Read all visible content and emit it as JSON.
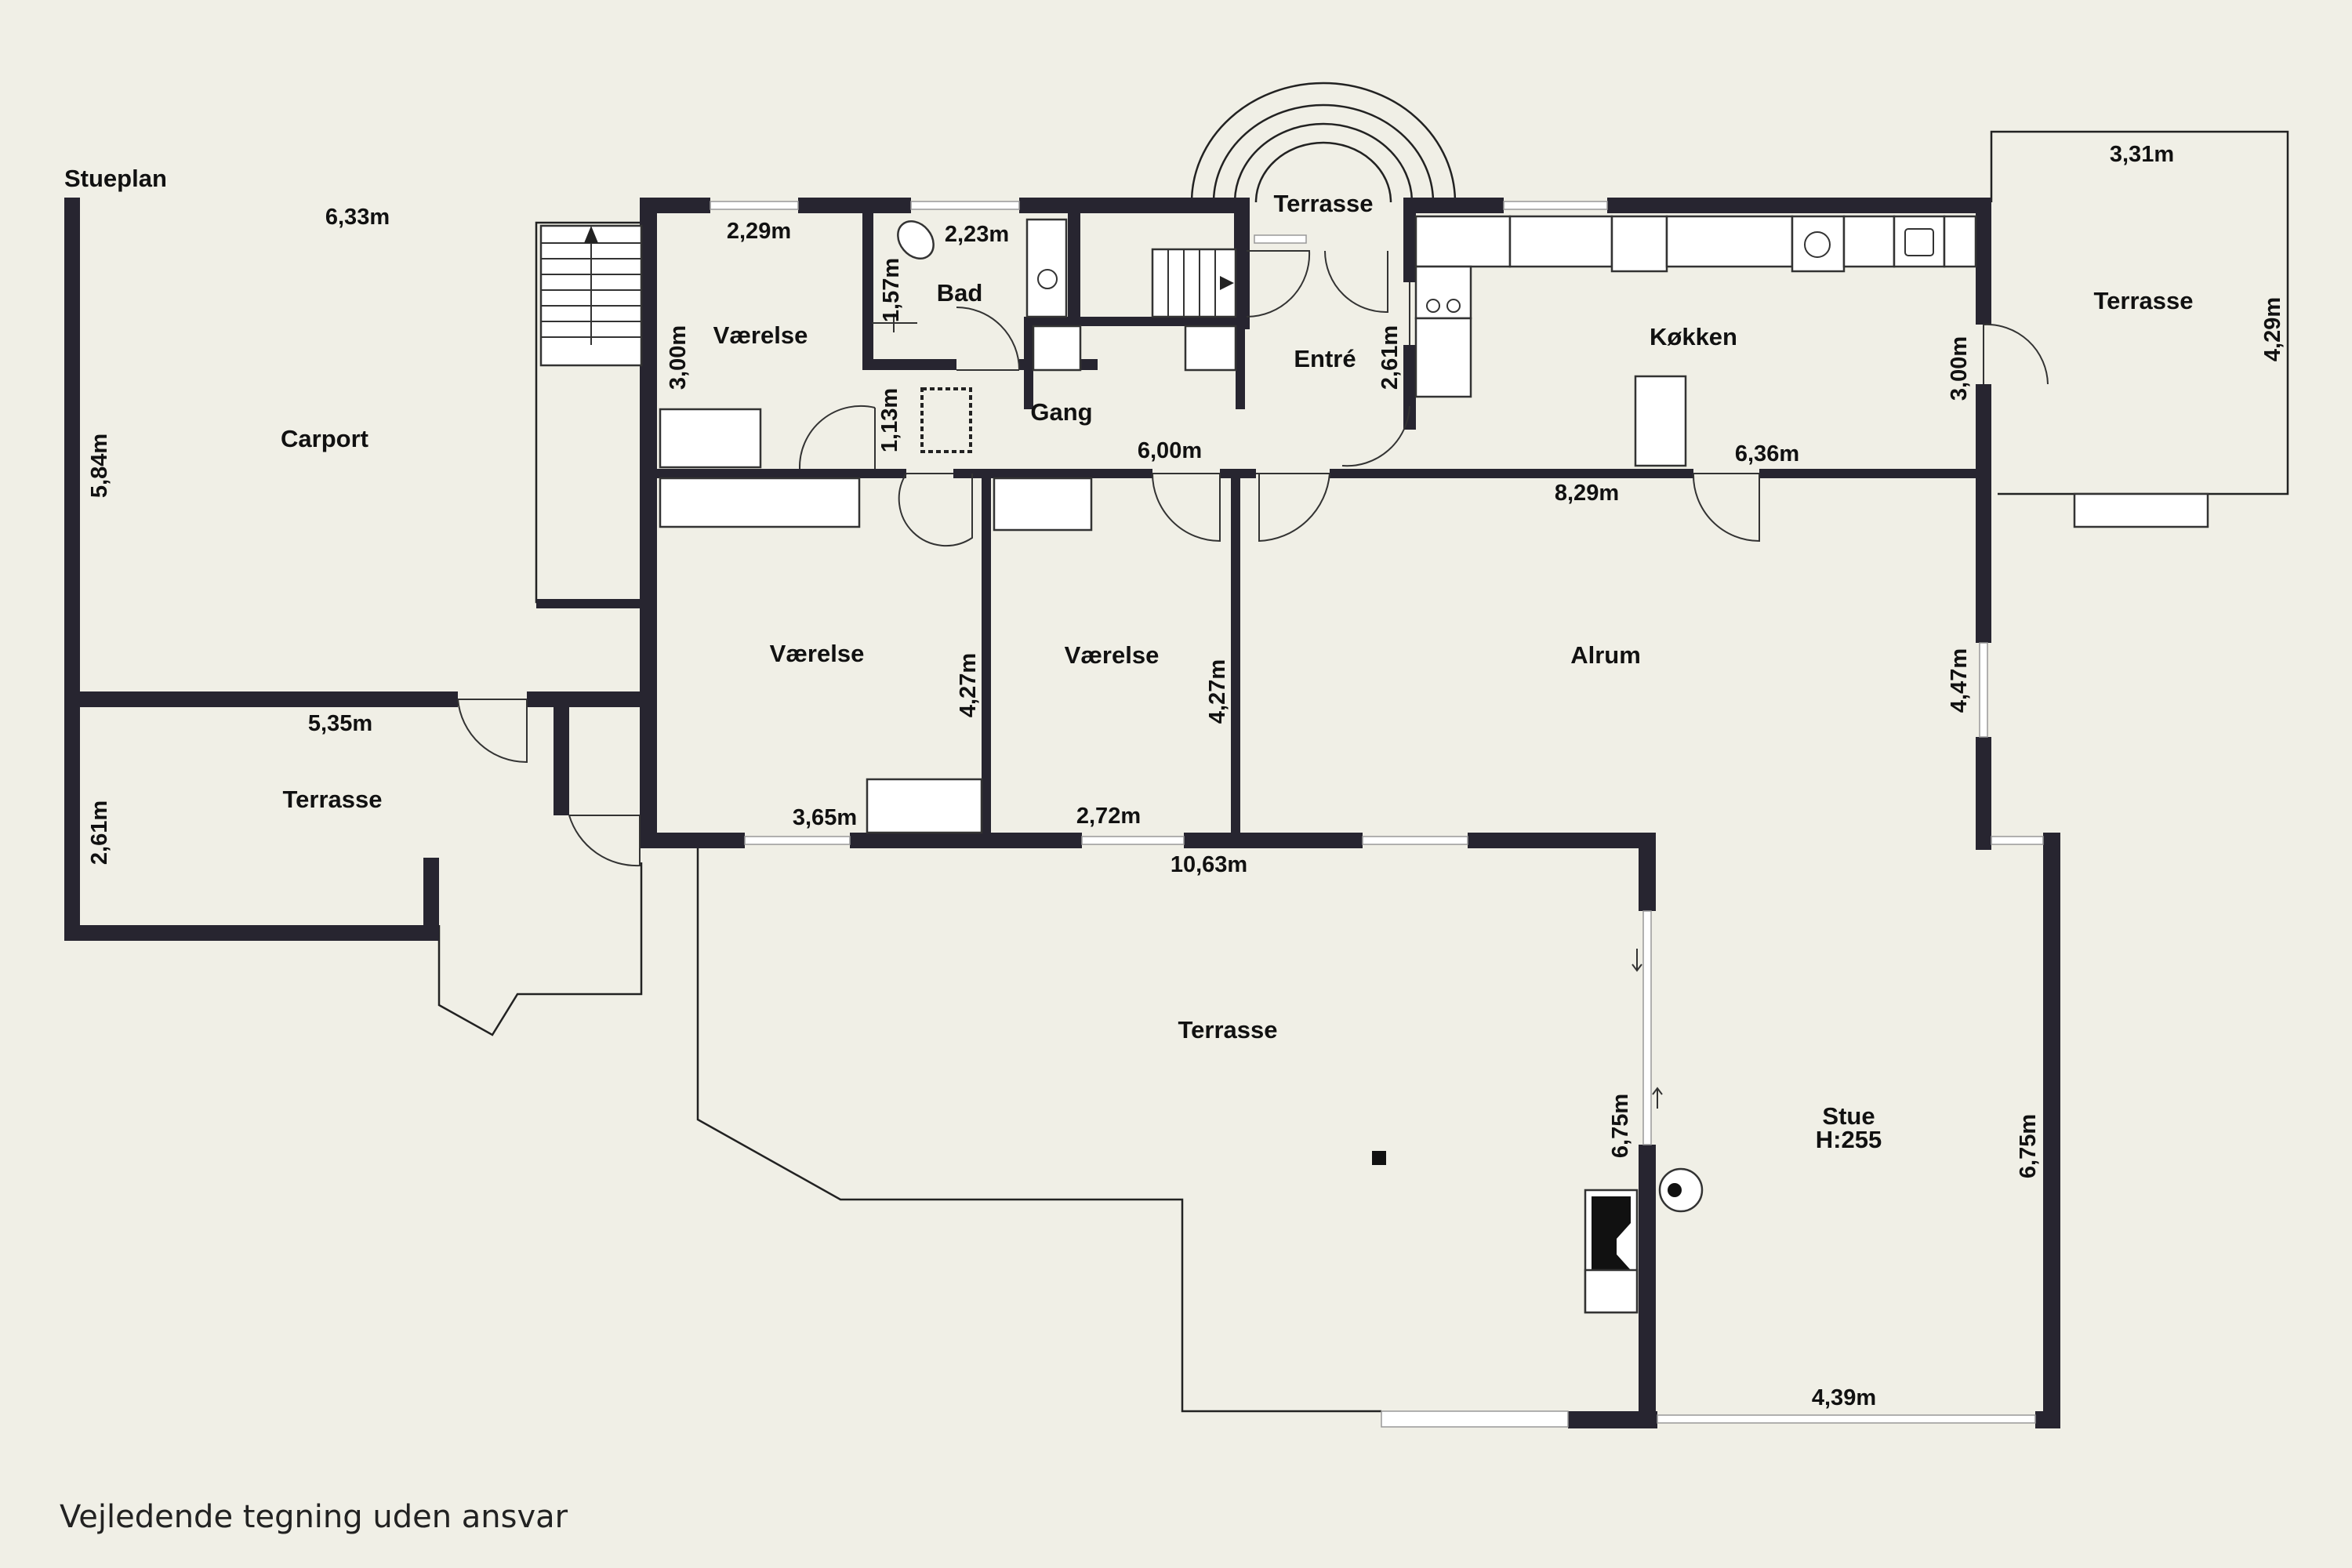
{
  "plan_title": "Stueplan",
  "disclaimer": "Vejledende tegning uden ansvar",
  "rooms": {
    "carport": "Carport",
    "terrasse_vest": "Terrasse",
    "vaerelse_top": "Værelse",
    "bad": "Bad",
    "terrasse_top": "Terrasse",
    "entre": "Entré",
    "gang": "Gang",
    "koekken": "Køkken",
    "terrasse_oest": "Terrasse",
    "vaerelse_mid1": "Værelse",
    "vaerelse_mid2": "Værelse",
    "alrum": "Alrum",
    "terrasse_syd": "Terrasse",
    "stue": "Stue",
    "stue_height": "H:255"
  },
  "dimensions": {
    "carport_width": "6,33m",
    "carport_depth": "5,84m",
    "terrasse_vest_width": "5,35m",
    "terrasse_vest_depth": "2,61m",
    "vaerelse_top_width": "2,29m",
    "vaerelse_top_depth": "3,00m",
    "bad_width": "2,23m",
    "bad_depth": "1,57m",
    "gang_depth": "1,13m",
    "gang_width": "6,00m",
    "entre_depth": "2,61m",
    "koekken_width": "6,36m",
    "terrasse_oest_width": "3,31m",
    "terrasse_oest_depth": "4,29m",
    "koekken_depth": "3,00m",
    "alrum_width": "8,29m",
    "alrum_depth": "4,47m",
    "vaerelse_mid1_depth": "4,27m",
    "vaerelse_mid2_depth": "4,27m",
    "vaerelse_mid1_width": "3,65m",
    "vaerelse_mid2_width": "2,72m",
    "total_width": "10,63m",
    "stue_depth_left": "6,75m",
    "stue_depth_right": "6,75m",
    "stue_width": "4,39m"
  }
}
